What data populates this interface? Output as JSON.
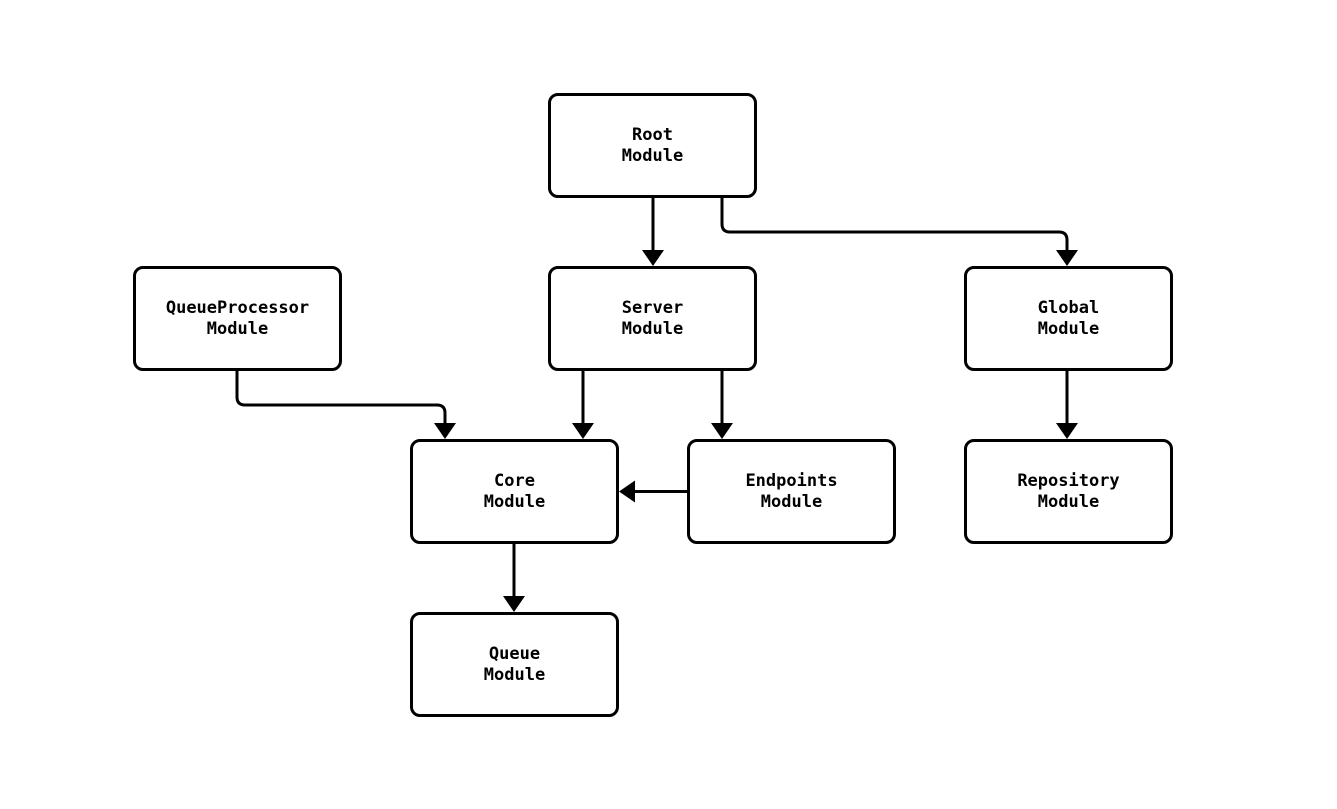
{
  "diagram": {
    "type": "module-dependency-graph",
    "colors": {
      "background": "#ffffff",
      "node_fill": "#ffffff",
      "stroke": "#000000",
      "text": "#000000"
    },
    "nodes": {
      "root": {
        "label": "Root\nModule"
      },
      "server": {
        "label": "Server\nModule"
      },
      "queueprocessor": {
        "label": "QueueProcessor\nModule"
      },
      "global": {
        "label": "Global\nModule"
      },
      "core": {
        "label": "Core\nModule"
      },
      "endpoints": {
        "label": "Endpoints\nModule"
      },
      "repository": {
        "label": "Repository\nModule"
      },
      "queue": {
        "label": "Queue\nModule"
      }
    },
    "edges": [
      {
        "from": "Root Module",
        "to": "Server Module"
      },
      {
        "from": "Root Module",
        "to": "Global Module"
      },
      {
        "from": "QueueProcessor Module",
        "to": "Core Module"
      },
      {
        "from": "Server Module",
        "to": "Core Module"
      },
      {
        "from": "Server Module",
        "to": "Endpoints Module"
      },
      {
        "from": "Endpoints Module",
        "to": "Core Module"
      },
      {
        "from": "Global Module",
        "to": "Repository Module"
      },
      {
        "from": "Core Module",
        "to": "Queue Module"
      }
    ]
  }
}
